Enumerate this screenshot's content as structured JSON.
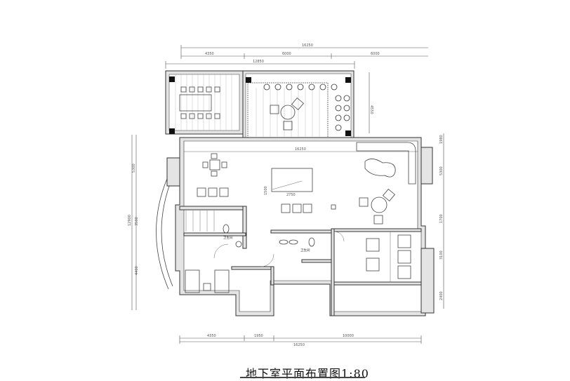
{
  "title": "地下室平面布置图1:80",
  "dimensions": {
    "top_total": "16250",
    "top_segments": [
      "4350",
      "6000",
      "6000"
    ],
    "top_inner": "12850",
    "right_upper": "4550",
    "left": [
      "5300",
      "12900",
      "3500",
      "4400"
    ],
    "right": [
      "1980",
      "5300",
      "1700",
      "3100",
      "2400"
    ],
    "bottom_segments": [
      "4350",
      "1950",
      "10000"
    ],
    "bottom_total": "16250",
    "table": [
      "2750",
      "1500"
    ]
  },
  "rooms": {
    "wc_left": "卫生间",
    "wc_center": "卫生间"
  }
}
